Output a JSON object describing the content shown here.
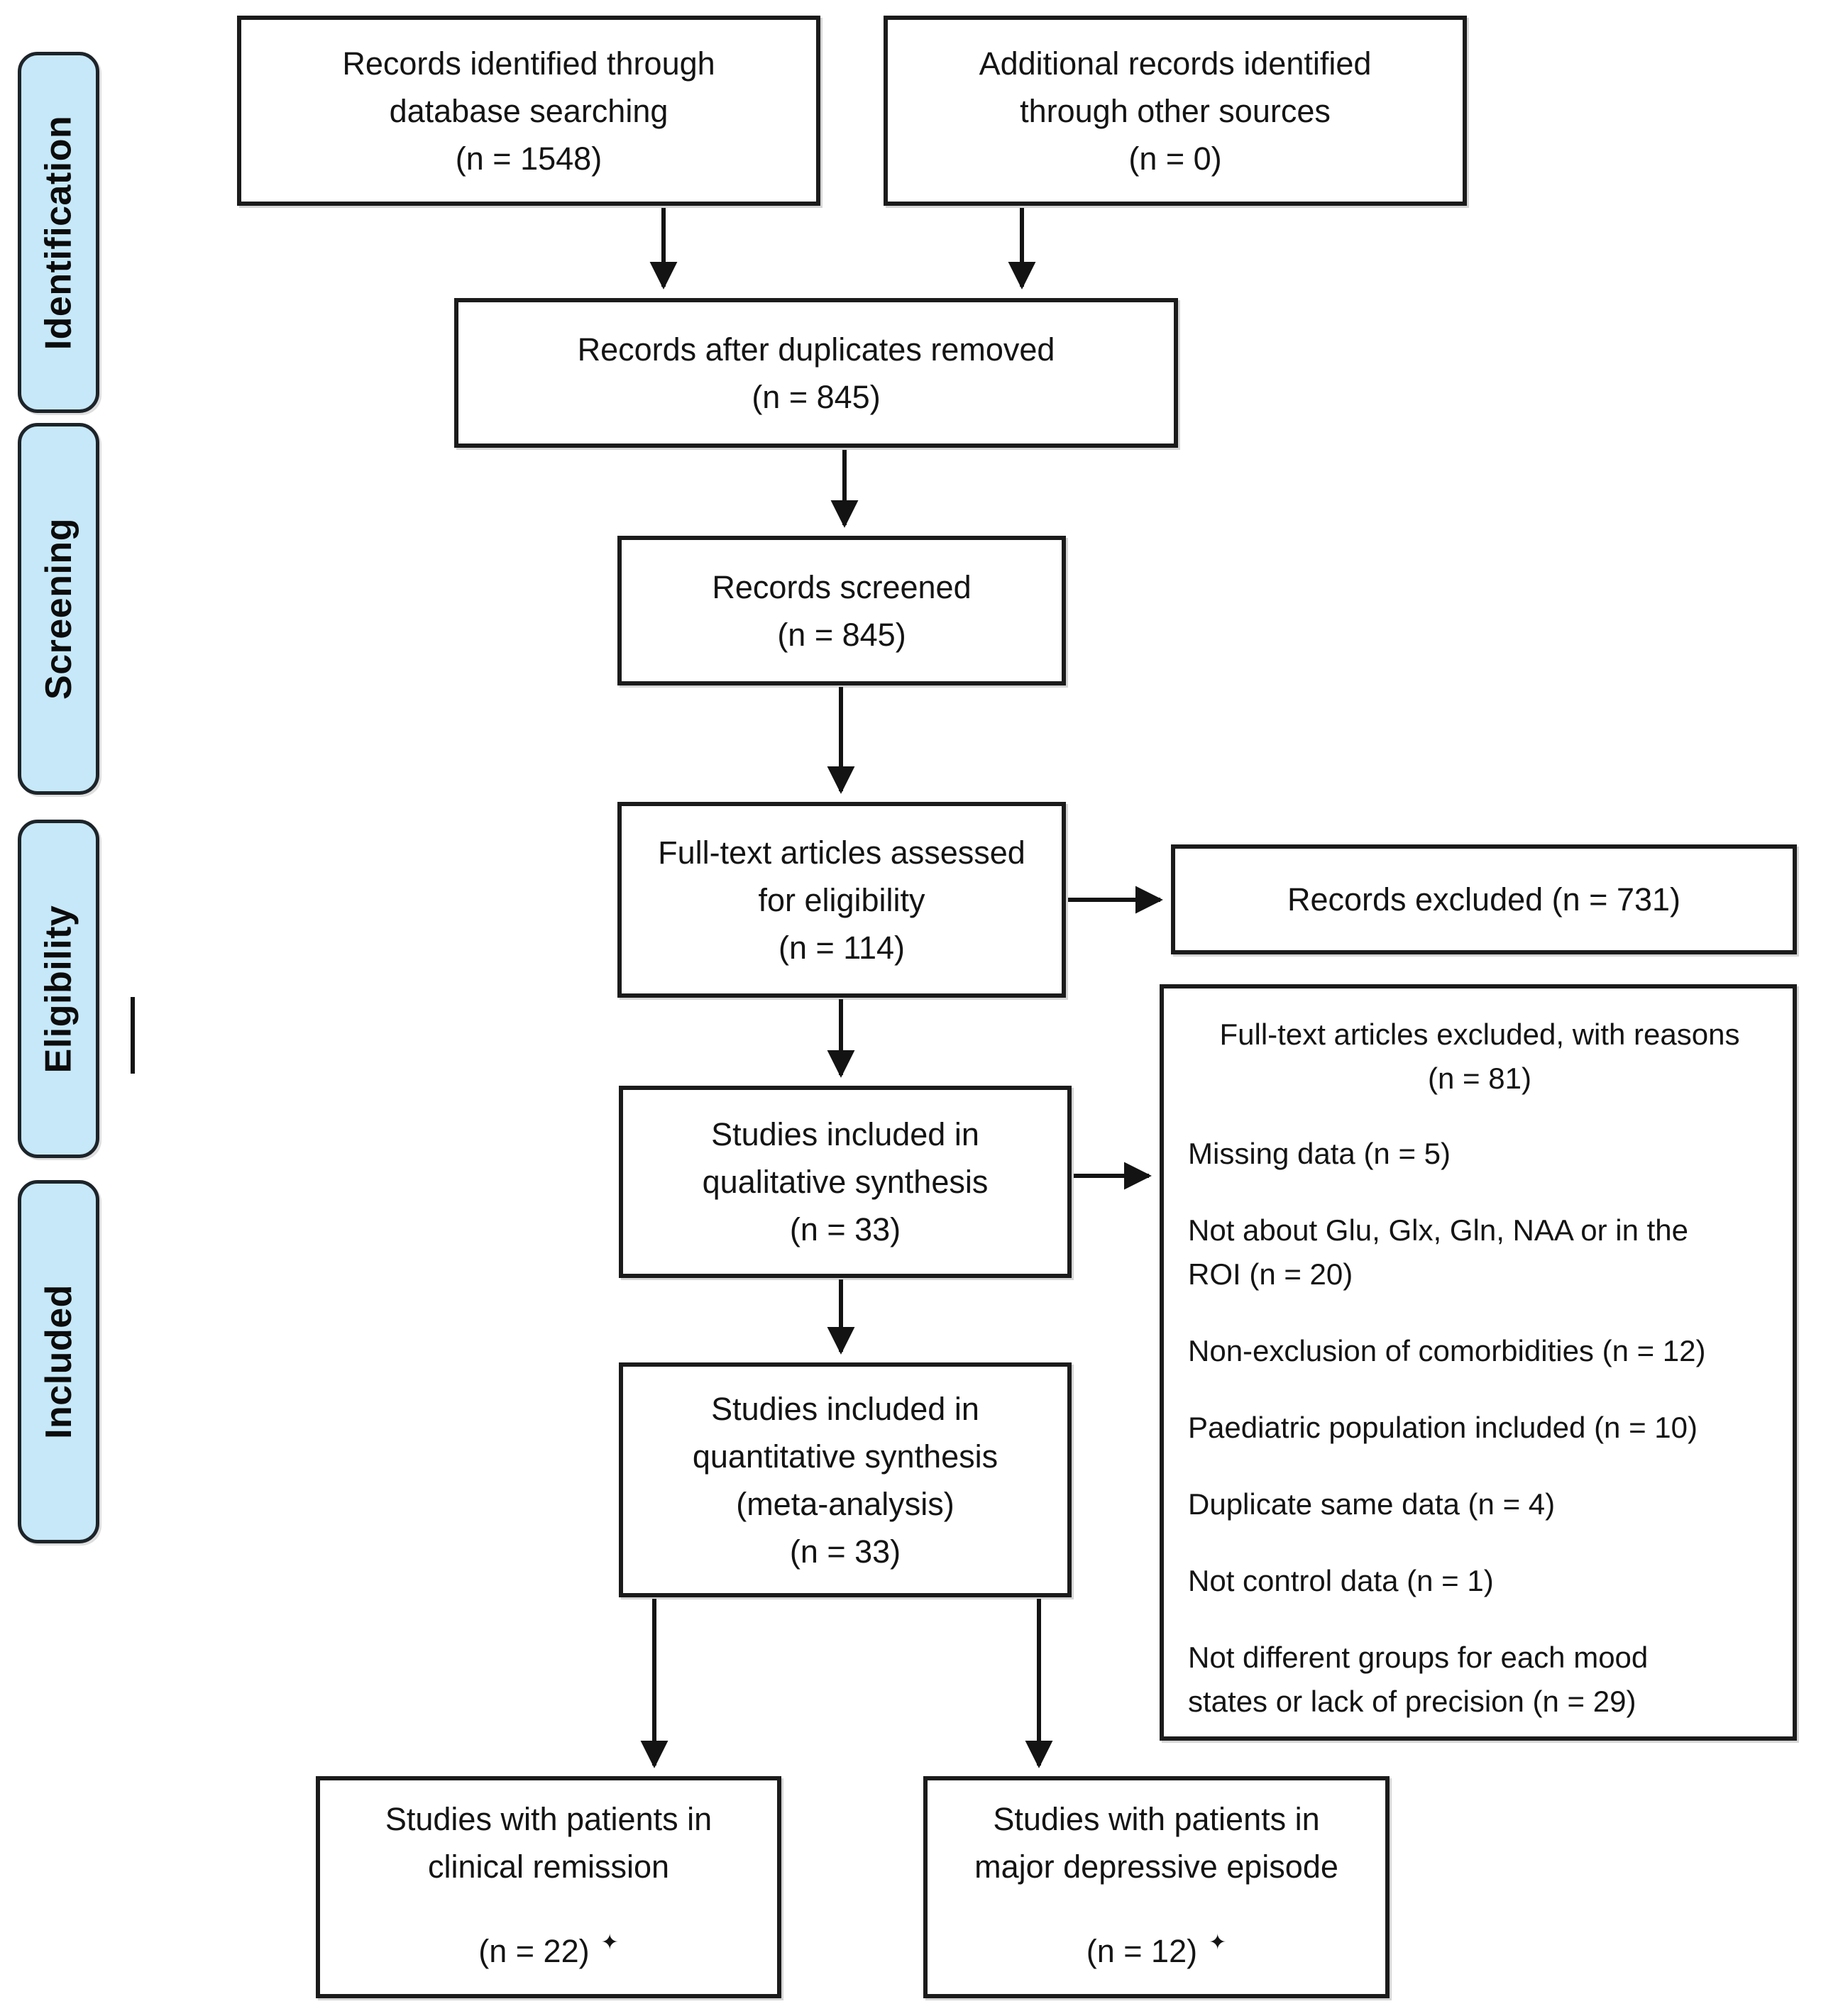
{
  "diagram": {
    "colors": {
      "sidebar_fill": "#c6e8f8",
      "box_border": "#1b1b1b",
      "arrow": "#131313"
    },
    "sidebar": {
      "stages": [
        "Identification",
        "Screening",
        "Eligibility",
        "Included"
      ]
    },
    "boxes": {
      "identified": {
        "lines": [
          "Records identified through",
          "database searching",
          "(n = 1548)"
        ]
      },
      "additional": {
        "lines": [
          "Additional records identified",
          "through other sources",
          "(n = 0)"
        ]
      },
      "duplicates_removed": {
        "lines": [
          "Records after duplicates removed",
          "(n = 845)"
        ]
      },
      "screened": {
        "lines": [
          "Records screened",
          "(n = 845)"
        ]
      },
      "fulltext_assessed": {
        "lines": [
          "Full-text articles assessed",
          "for eligibility",
          "(n = 114)"
        ]
      },
      "records_excluded": {
        "lines": [
          "Records excluded (n = 731)"
        ]
      },
      "qualitative": {
        "lines": [
          "Studies included in",
          "qualitative synthesis",
          "(n = 33)"
        ]
      },
      "quantitative": {
        "lines": [
          "Studies included in",
          "quantitative synthesis",
          "(meta-analysis)",
          "(n = 33)"
        ]
      },
      "remission": {
        "lines": [
          "Studies with patients in",
          "clinical remission"
        ],
        "n_line": "(n = 22)",
        "star": "✦"
      },
      "mde": {
        "lines": [
          "Studies with patients in",
          "major depressive episode"
        ],
        "n_line": "(n = 12)",
        "star": "✦"
      },
      "excluded_reasons": {
        "title": "Full-text articles excluded, with reasons",
        "subtitle": "(n = 81)",
        "items": [
          [
            "Missing data (n = 5)"
          ],
          [
            "Not about Glu, Glx, Gln, NAA or in the",
            "ROI (n = 20)"
          ],
          [
            "Non-exclusion of comorbidities (n = 12)"
          ],
          [
            "Paediatric population included (n = 10)"
          ],
          [
            "Duplicate same data (n = 4)"
          ],
          [
            "Not control data (n = 1)"
          ],
          [
            "Not different groups for each mood",
            "states or lack of precision (n = 29)"
          ]
        ]
      }
    }
  }
}
